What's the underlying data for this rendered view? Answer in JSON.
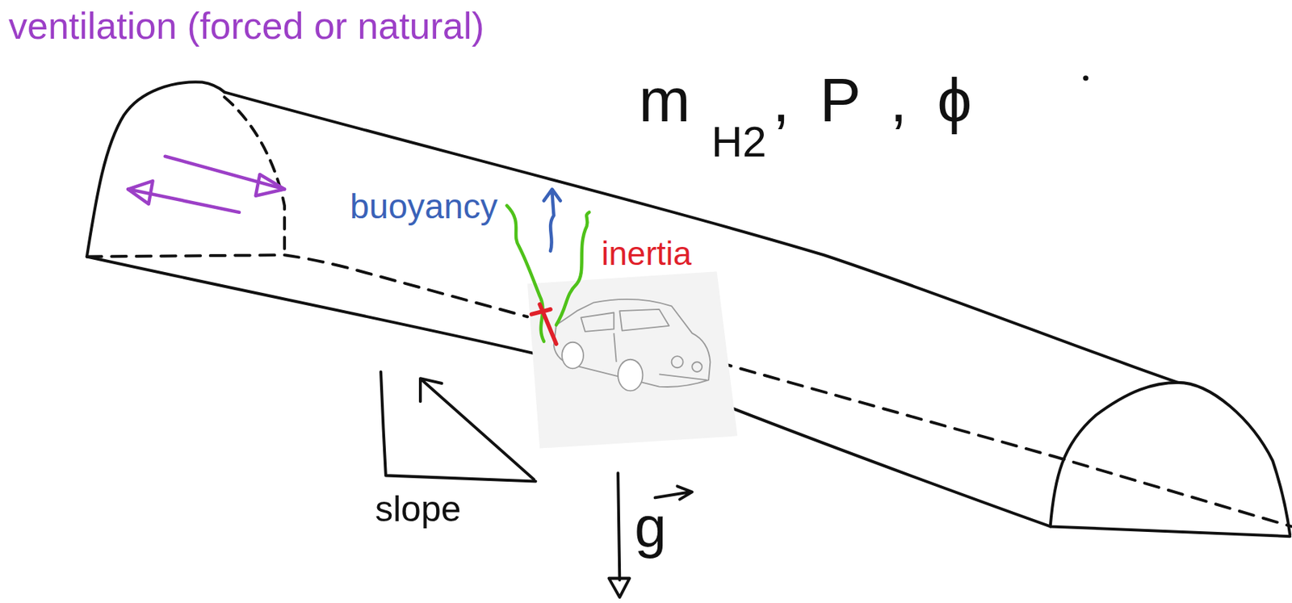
{
  "diagram": {
    "labels": [
      "ventilation (forced or natural)",
      "m",
      "H2",
      ", P , ϕ",
      "buoyancy",
      "inertia",
      "slope",
      "g"
    ]
  }
}
